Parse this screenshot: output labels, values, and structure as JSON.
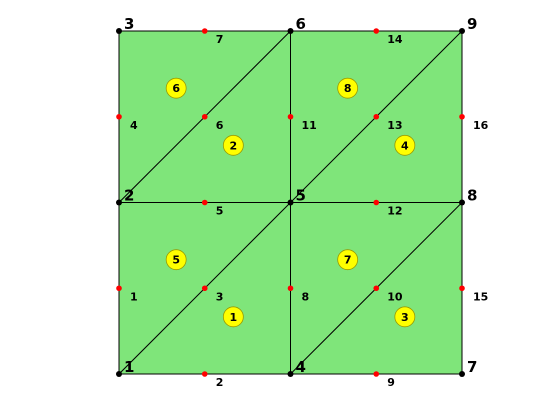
{
  "colors": {
    "face": "#7fe57a",
    "edge": "#000000",
    "vertex_dot": "#000000",
    "midpoint_dot": "#ff0000",
    "triangle_badge": "#ffff00"
  },
  "vertices": [
    {
      "id": "1",
      "label": "1"
    },
    {
      "id": "2",
      "label": "2"
    },
    {
      "id": "3",
      "label": "3"
    },
    {
      "id": "4",
      "label": "4"
    },
    {
      "id": "5",
      "label": "5"
    },
    {
      "id": "6",
      "label": "6"
    },
    {
      "id": "7",
      "label": "7"
    },
    {
      "id": "8",
      "label": "8"
    },
    {
      "id": "9",
      "label": "9"
    }
  ],
  "edges": [
    {
      "label": "1",
      "from": "1",
      "to": "2"
    },
    {
      "label": "2",
      "from": "1",
      "to": "4"
    },
    {
      "label": "3",
      "from": "1",
      "to": "5"
    },
    {
      "label": "4",
      "from": "2",
      "to": "3"
    },
    {
      "label": "5",
      "from": "2",
      "to": "5"
    },
    {
      "label": "6",
      "from": "2",
      "to": "6"
    },
    {
      "label": "7",
      "from": "3",
      "to": "6"
    },
    {
      "label": "8",
      "from": "4",
      "to": "5"
    },
    {
      "label": "9",
      "from": "4",
      "to": "7"
    },
    {
      "label": "10",
      "from": "4",
      "to": "8"
    },
    {
      "label": "11",
      "from": "5",
      "to": "6"
    },
    {
      "label": "12",
      "from": "5",
      "to": "8"
    },
    {
      "label": "13",
      "from": "5",
      "to": "9"
    },
    {
      "label": "14",
      "from": "6",
      "to": "9"
    },
    {
      "label": "15",
      "from": "7",
      "to": "8"
    },
    {
      "label": "16",
      "from": "8",
      "to": "9"
    }
  ],
  "triangles": [
    {
      "label": "1",
      "nodes": [
        "1",
        "4",
        "5"
      ]
    },
    {
      "label": "2",
      "nodes": [
        "2",
        "5",
        "6"
      ]
    },
    {
      "label": "3",
      "nodes": [
        "4",
        "7",
        "8"
      ]
    },
    {
      "label": "4",
      "nodes": [
        "5",
        "8",
        "9"
      ]
    },
    {
      "label": "5",
      "nodes": [
        "1",
        "5",
        "2"
      ]
    },
    {
      "label": "6",
      "nodes": [
        "2",
        "6",
        "3"
      ]
    },
    {
      "label": "7",
      "nodes": [
        "4",
        "8",
        "5"
      ]
    },
    {
      "label": "8",
      "nodes": [
        "5",
        "9",
        "6"
      ]
    }
  ]
}
